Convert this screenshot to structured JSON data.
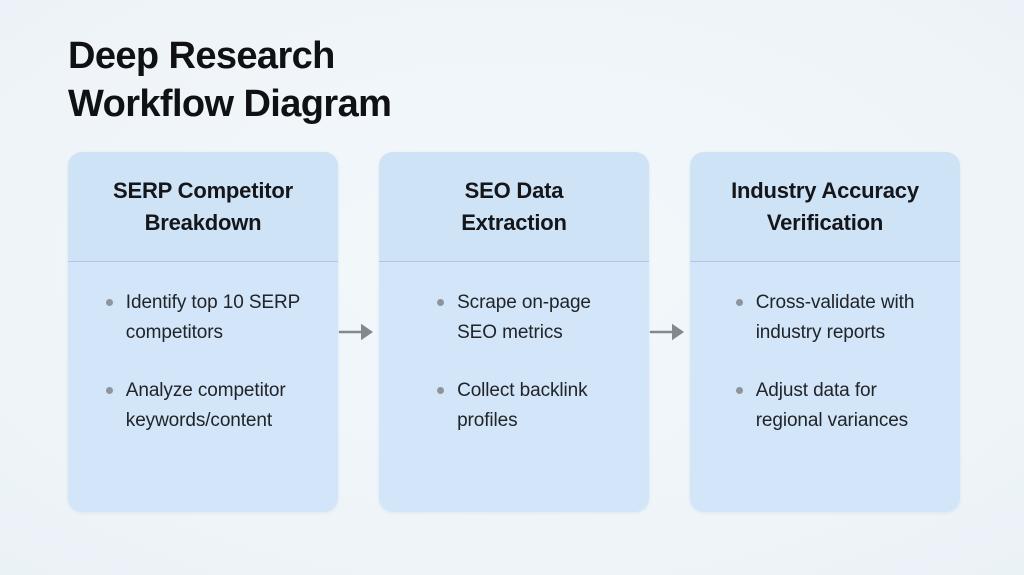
{
  "page": {
    "title": "Deep Research\nWorkflow Diagram"
  },
  "colors": {
    "background": "#eef4f8",
    "card": "#d3e5f8",
    "card_divider": "#c4d5e8",
    "title_text": "#0f1114",
    "body_text": "#212428",
    "bullet_dot": "#8d949b",
    "arrow": "#83888d"
  },
  "cards": [
    {
      "title": "SERP Competitor\nBreakdown",
      "bullets": [
        "Identify top 10 SERP\ncompetitors",
        "Analyze competitor\nkeywords/content"
      ]
    },
    {
      "title": "SEO Data\nExtraction",
      "bullets": [
        "Scrape on-page\nSEO metrics",
        "Collect backlink\nprofiles"
      ]
    },
    {
      "title": "Industry Accuracy\nVerification",
      "bullets": [
        "Cross-validate with\nindustry reports",
        "Adjust data for\nregional variances"
      ]
    }
  ],
  "arrows": {
    "icon": "arrow-right-icon",
    "count": 2
  }
}
